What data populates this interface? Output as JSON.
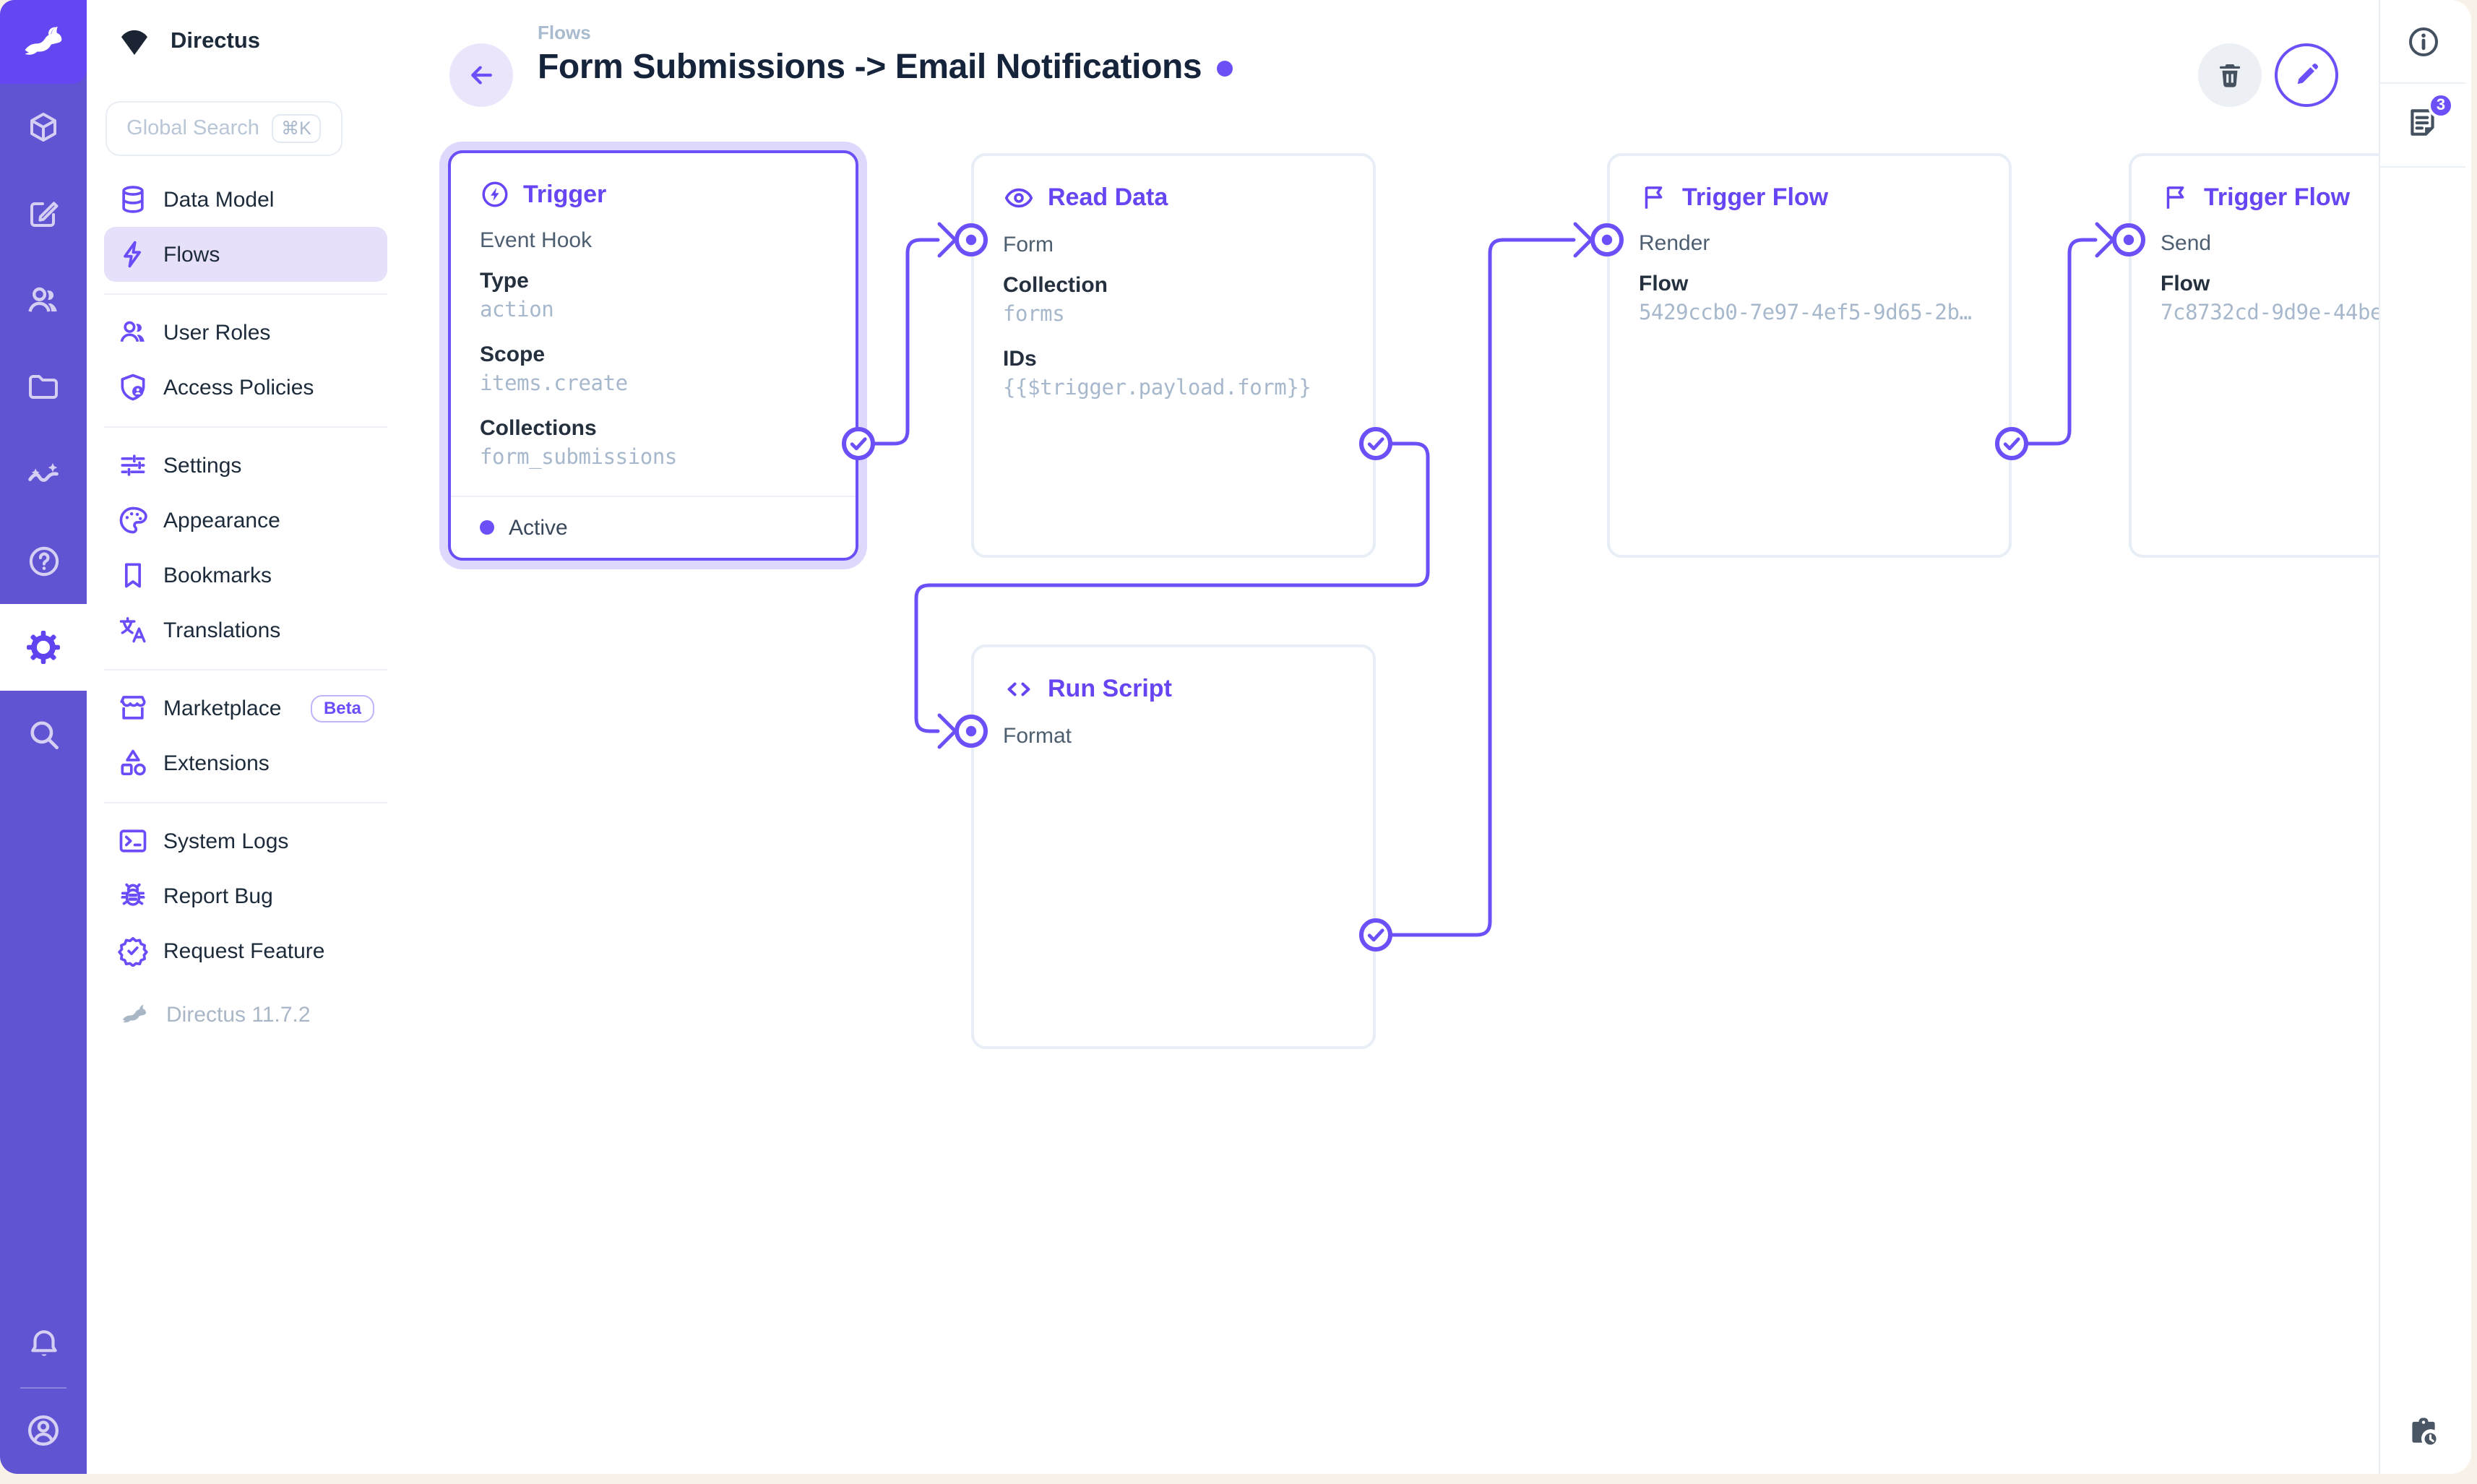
{
  "colors": {
    "accent": "#6644FF",
    "module_bar": "#6154D2",
    "logo_block": "#6446F2",
    "nav_active_bg": "#E6E0FA",
    "connector": "#6C4FF7",
    "desktop_background": "#F8F1E7",
    "text_dark": "#1C2A3A",
    "text_muted": "#A7B8CC"
  },
  "module_bar": {
    "items": [
      {
        "icon": "cube-icon"
      },
      {
        "icon": "edit-square-icon"
      },
      {
        "icon": "people-icon"
      },
      {
        "icon": "folder-icon"
      },
      {
        "icon": "insights-wave-icon"
      },
      {
        "icon": "help-circle-icon"
      },
      {
        "icon": "gear-icon",
        "active": true
      },
      {
        "icon": "search-icon"
      }
    ],
    "bottom_items": [
      {
        "icon": "bell-icon"
      },
      {
        "icon": "account-circle-icon"
      }
    ]
  },
  "sidebar": {
    "project_name": "Directus",
    "search": {
      "placeholder": "Global Search",
      "shortcut": "⌘K"
    },
    "nav": [
      {
        "label": "Data Model",
        "icon": "database-icon"
      },
      {
        "label": "Flows",
        "icon": "bolt-icon",
        "active": true
      },
      {
        "label": "User Roles",
        "icon": "people-icon"
      },
      {
        "label": "Access Policies",
        "icon": "shield-user-icon"
      },
      {
        "label": "Settings",
        "icon": "tune-icon"
      },
      {
        "label": "Appearance",
        "icon": "palette-icon"
      },
      {
        "label": "Bookmarks",
        "icon": "bookmark-icon"
      },
      {
        "label": "Translations",
        "icon": "translate-icon"
      },
      {
        "label": "Marketplace",
        "icon": "storefront-icon",
        "badge": "Beta"
      },
      {
        "label": "Extensions",
        "icon": "category-icon"
      },
      {
        "label": "System Logs",
        "icon": "terminal-icon"
      },
      {
        "label": "Report Bug",
        "icon": "bug-icon"
      },
      {
        "label": "Request Feature",
        "icon": "verified-badge-icon"
      }
    ],
    "version": "Directus 11.7.2"
  },
  "header": {
    "breadcrumb": "Flows",
    "title": "Form Submissions -> Email Notifications"
  },
  "panels": {
    "trigger": {
      "title": "Trigger",
      "name": "Event Hook",
      "fields": [
        {
          "label": "Type",
          "value": "action"
        },
        {
          "label": "Scope",
          "value": "items.create"
        },
        {
          "label": "Collections",
          "value": "form_submissions"
        }
      ],
      "status": "Active"
    },
    "read_data": {
      "title": "Read Data",
      "name": "Form",
      "fields": [
        {
          "label": "Collection",
          "value": "forms"
        },
        {
          "label": "IDs",
          "value": "{{$trigger.payload.form}}"
        }
      ]
    },
    "run_script": {
      "title": "Run Script",
      "name": "Format"
    },
    "trigger_flow_render": {
      "title": "Trigger Flow",
      "name": "Render",
      "fields": [
        {
          "label": "Flow",
          "value": "5429ccb0-7e97-4ef5-9d65-2b…"
        }
      ]
    },
    "trigger_flow_send": {
      "title": "Trigger Flow",
      "name": "Send",
      "fields": [
        {
          "label": "Flow",
          "value": "7c8732cd-9d9e-44be"
        }
      ]
    }
  },
  "right_rail": {
    "notifications_count": "3"
  }
}
